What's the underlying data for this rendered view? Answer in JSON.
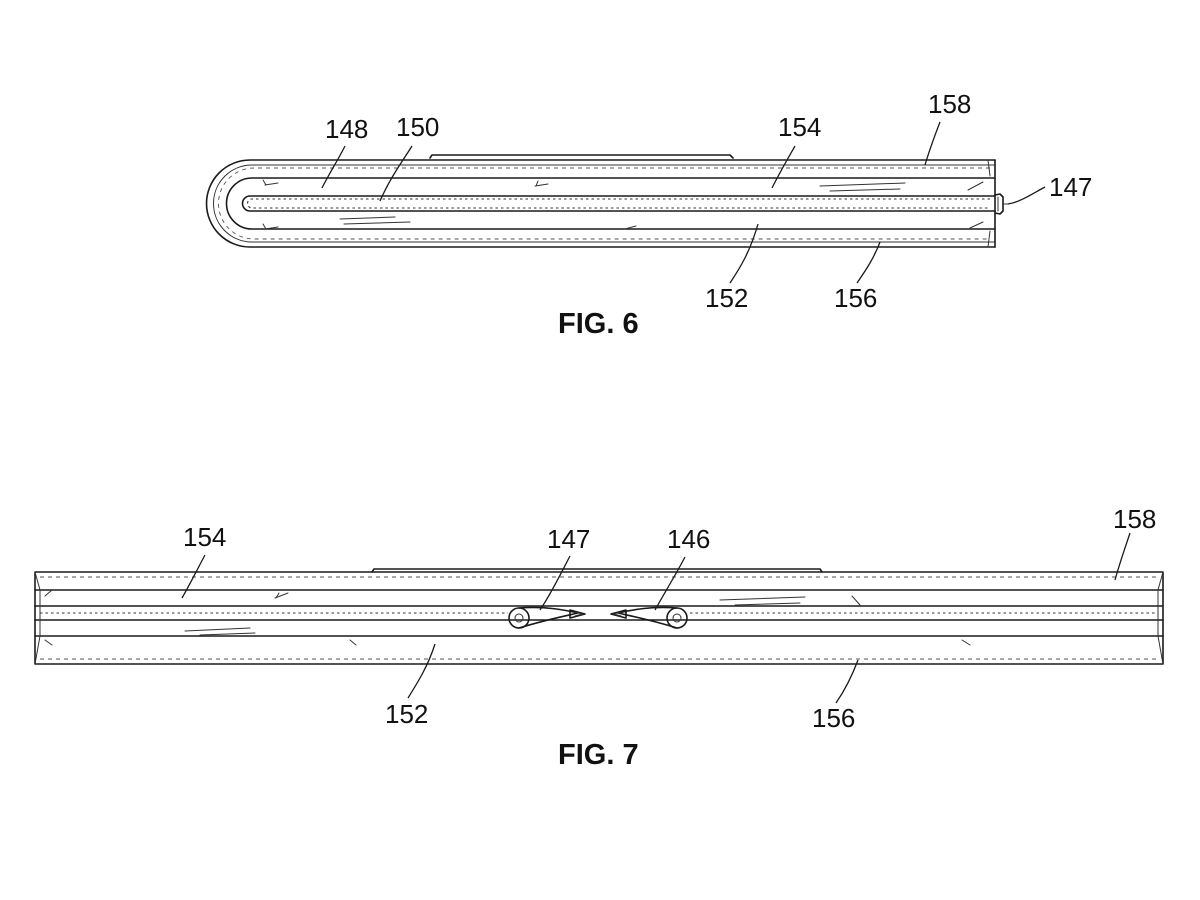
{
  "figures": [
    {
      "caption": "FIG. 6",
      "labels": {
        "l148": "148",
        "l150": "150",
        "l154": "154",
        "l158": "158",
        "l147": "147",
        "l152": "152",
        "l156": "156"
      }
    },
    {
      "caption": "FIG. 7",
      "labels": {
        "l154": "154",
        "l147": "147",
        "l146": "146",
        "l158": "158",
        "l152": "152",
        "l156": "156"
      }
    }
  ]
}
